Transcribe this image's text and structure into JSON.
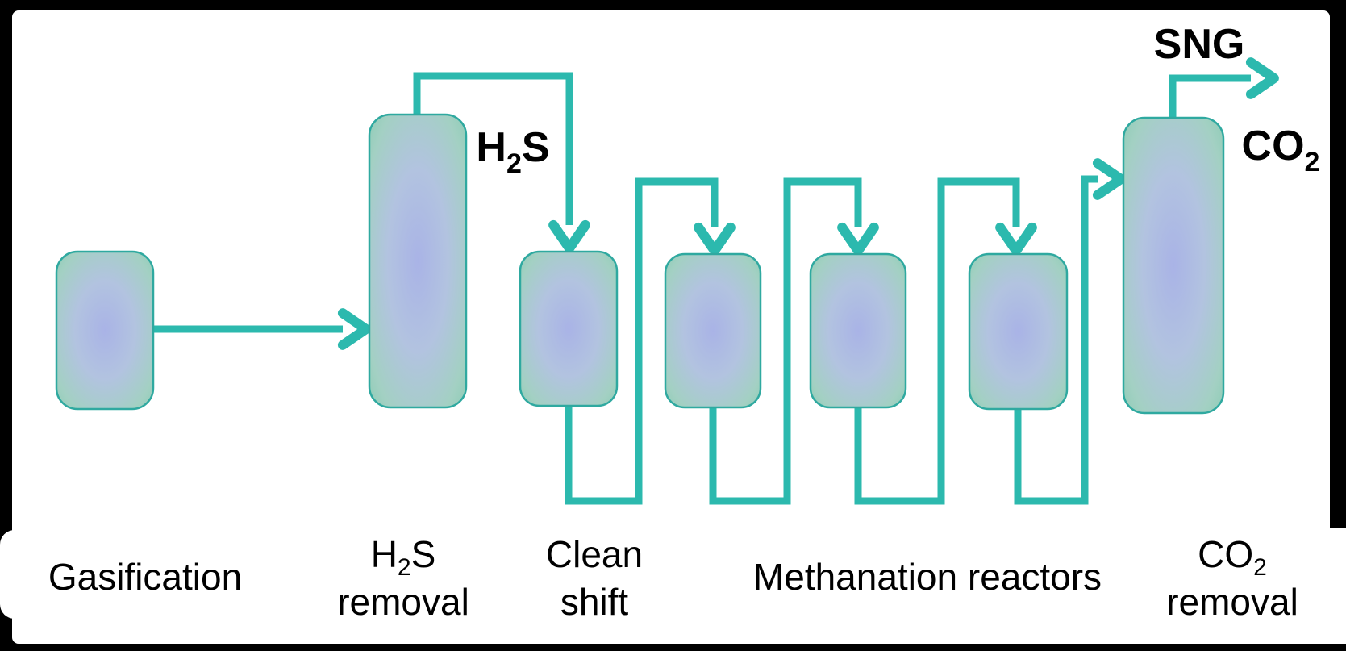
{
  "diagram": {
    "type": "process-flow",
    "colors": {
      "slide_background": "#000000",
      "canvas": "#ffffff",
      "pipe": "#2cb9ae",
      "vessel_border": "#2fa9a0",
      "vessel_fill_center": "#a9b3e6",
      "vessel_fill_mid": "#b2c3e0",
      "vessel_fill_outer": "#a3d0c3",
      "vessel_fill_edge": "#8accb3",
      "text": "#000000"
    },
    "streams": {
      "h2s": {
        "base": "H",
        "sub": "2",
        "tail": "S"
      },
      "sng": {
        "label": "SNG"
      },
      "co2": {
        "base": "CO",
        "sub": "2"
      }
    },
    "process_steps": {
      "gasification": {
        "label": "Gasification"
      },
      "h2s_removal": {
        "line1_base": "H",
        "line1_sub": "2",
        "line1_tail": "S",
        "line2": "removal"
      },
      "clean_shift": {
        "line1": "Clean",
        "line2": "shift"
      },
      "methanation": {
        "label": "Methanation reactors"
      },
      "co2_removal": {
        "line1_base": "CO",
        "line1_sub": "2",
        "line2": "removal"
      }
    },
    "vessel_count": 7,
    "flow_order": [
      "Gasification",
      "H2S removal",
      "Clean shift",
      "Methanation reactor 1",
      "Methanation reactor 2",
      "Methanation reactor 3",
      "CO2 removal"
    ]
  }
}
